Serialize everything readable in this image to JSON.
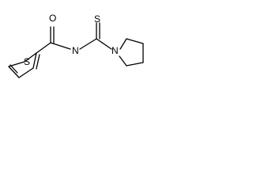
{
  "molecule": {
    "atoms": {
      "carbonyl_oxygen": "O",
      "thiophene_sulfur": "S",
      "amide_nitrogen": "N",
      "thione_sulfur": "S",
      "pyrrolidine_nitrogen": "N"
    },
    "colors": {
      "bond": "#000000",
      "label": "#000000",
      "background": "#ffffff"
    }
  }
}
